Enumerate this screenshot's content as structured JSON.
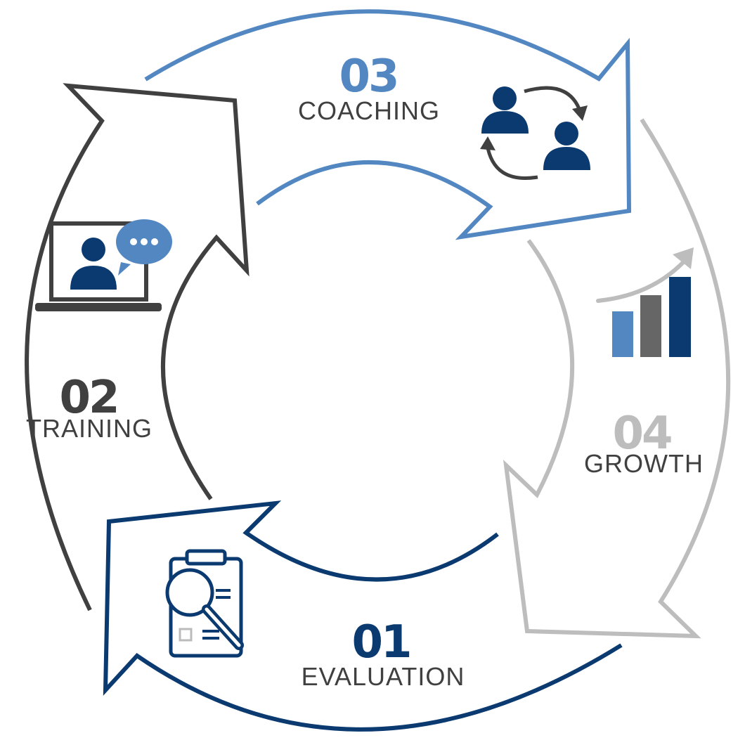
{
  "colors": {
    "evaluation": "#0b3a70",
    "training": "#404040",
    "coaching": "#5387c2",
    "growth": "#bdbdbd",
    "label_text": "#404040",
    "chart_mid_bar": "#666666",
    "clipboard_box": "#bbbbbb"
  },
  "steps": [
    {
      "key": "evaluation",
      "number": "01",
      "label": "EVALUATION",
      "icon": "clipboard-search-icon"
    },
    {
      "key": "training",
      "number": "02",
      "label": "TRAINING",
      "icon": "laptop-chat-icon"
    },
    {
      "key": "coaching",
      "number": "03",
      "label": "COACHING",
      "icon": "people-exchange-icon"
    },
    {
      "key": "growth",
      "number": "04",
      "label": "GROWTH",
      "icon": "growth-chart-icon"
    }
  ]
}
